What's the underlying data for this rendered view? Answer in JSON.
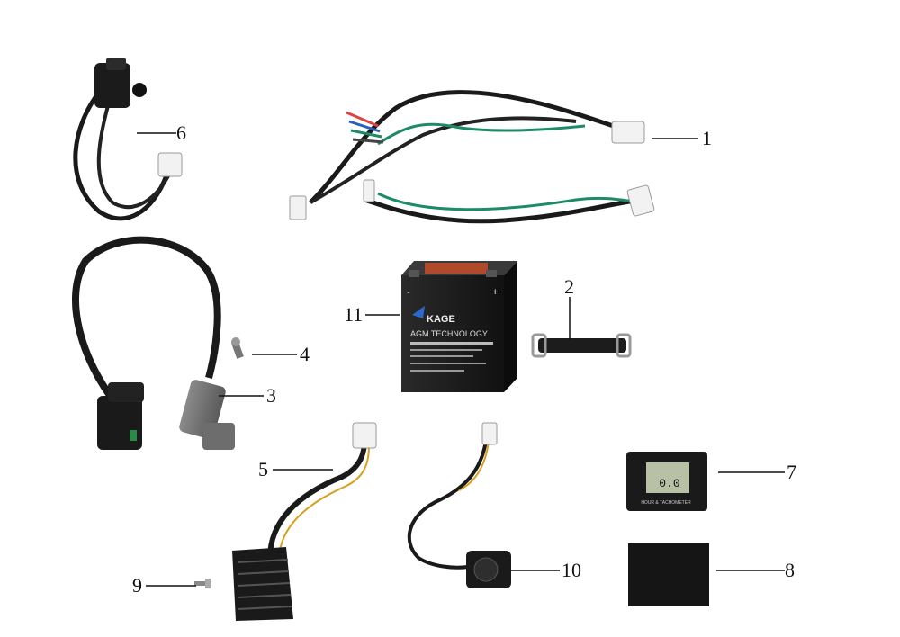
{
  "diagram": {
    "callouts": {
      "c1": "1",
      "c2": "2",
      "c3": "3",
      "c4": "4",
      "c5": "5",
      "c6": "6",
      "c7": "7",
      "c8": "8",
      "c9": "9",
      "c10": "10",
      "c11": "11"
    },
    "battery": {
      "brand": "KAGE",
      "line": "AGM TECHNOLOGY"
    },
    "meter": {
      "reading": "0.0",
      "caption": "HOUR & TACHOMETER"
    }
  }
}
